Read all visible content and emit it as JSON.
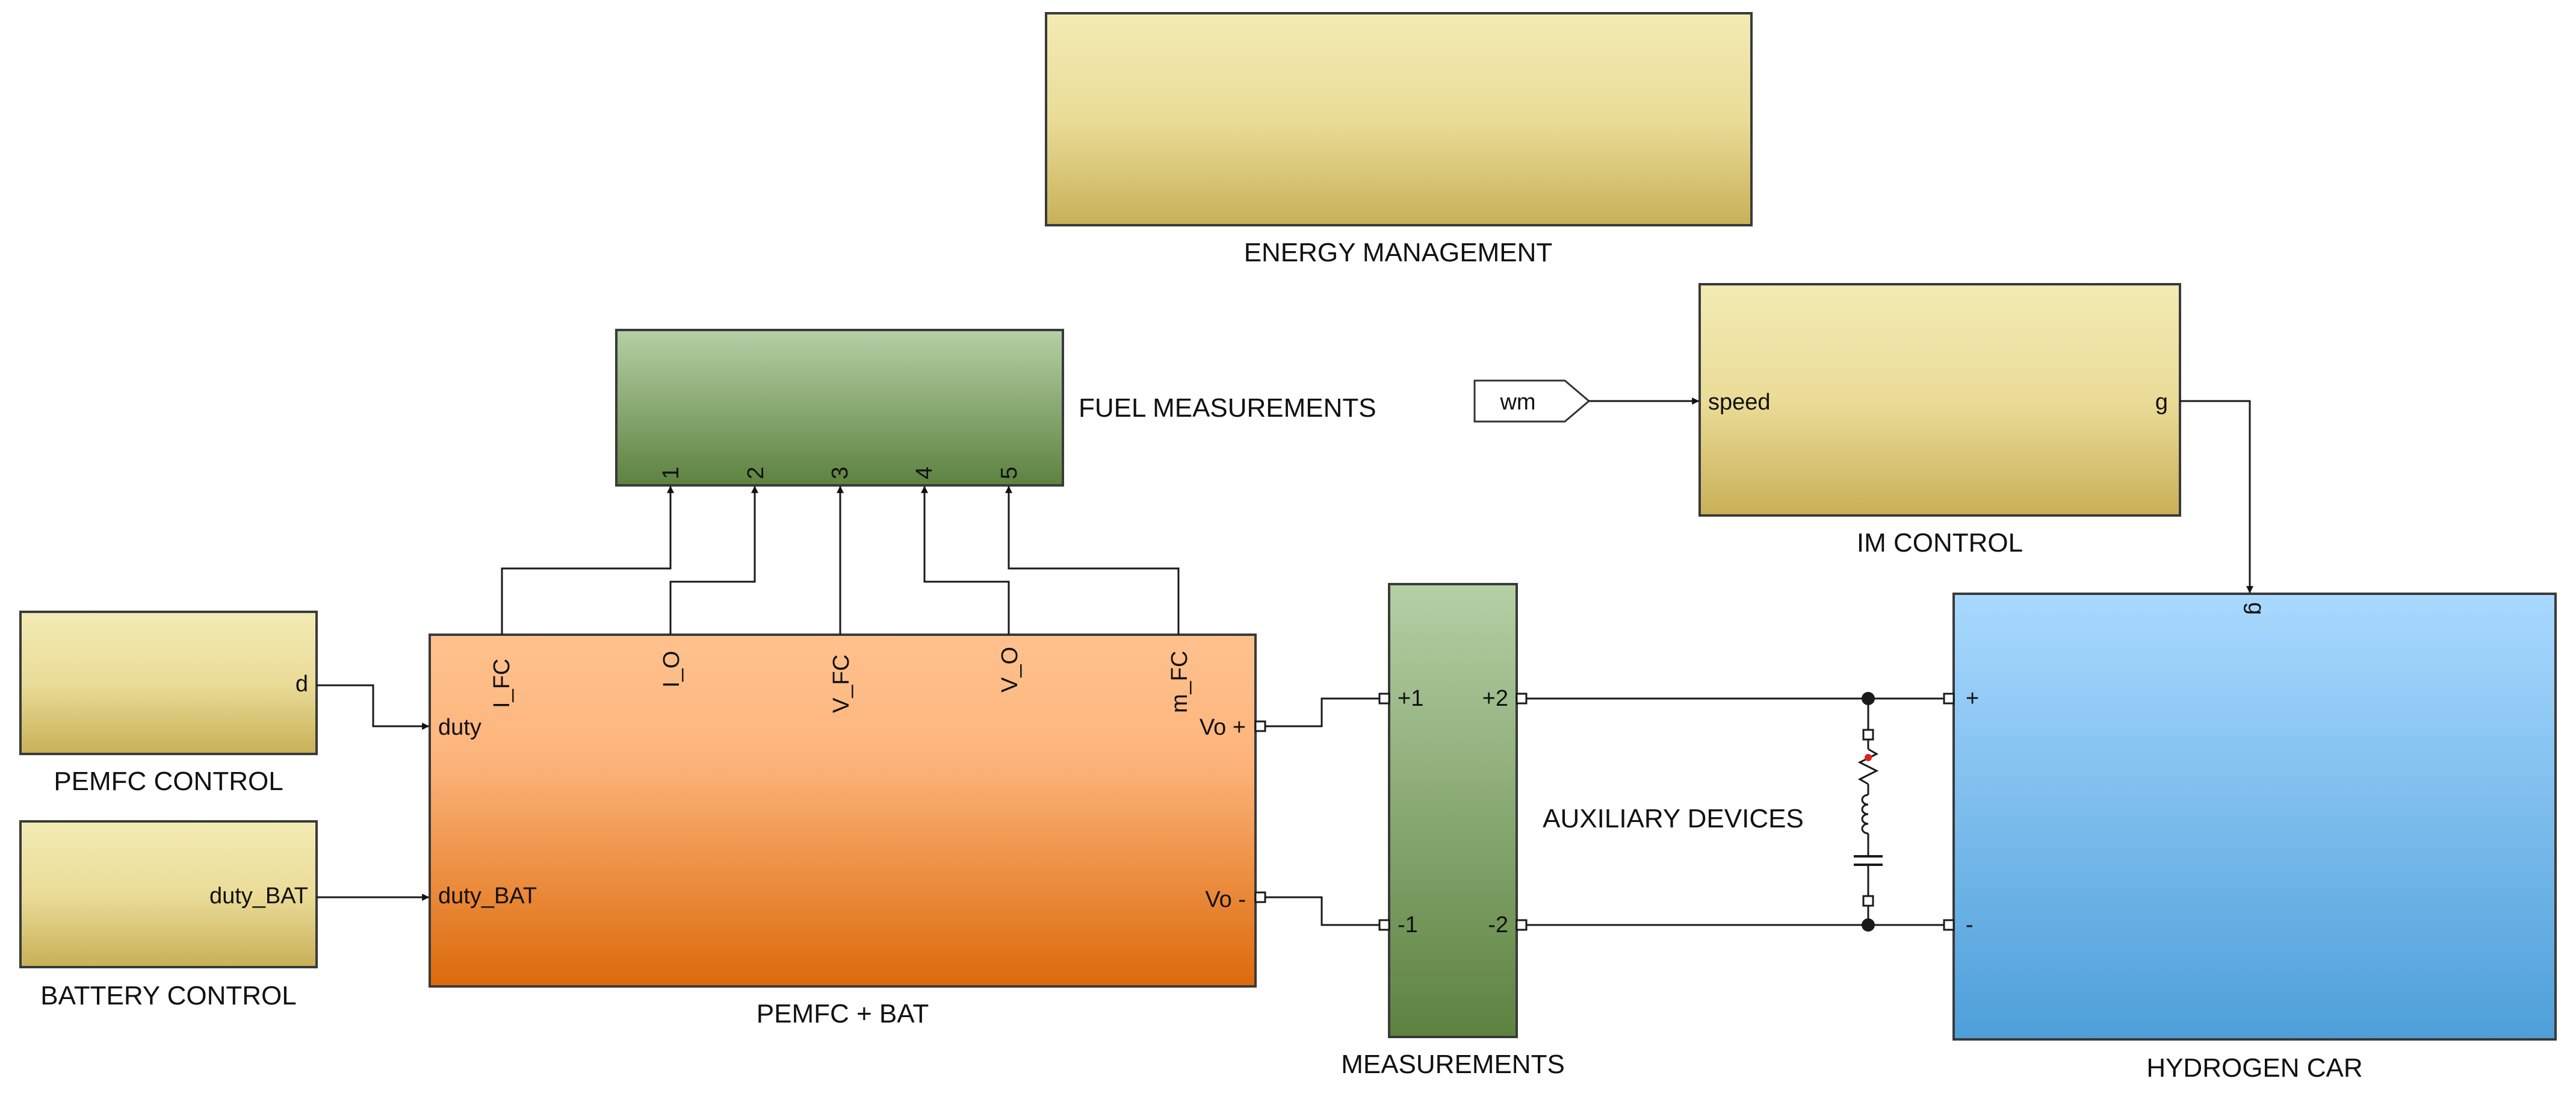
{
  "blocks": {
    "energy_management": {
      "name": "ENERGY MANAGEMENT"
    },
    "fuel_measurements": {
      "name": "FUEL MEASUREMENTS",
      "inputs": [
        "1",
        "2",
        "3",
        "4",
        "5"
      ]
    },
    "im_control": {
      "name": "IM CONTROL",
      "input": "speed",
      "output": "g"
    },
    "pemfc_control": {
      "name": "PEMFC CONTROL",
      "output": "d"
    },
    "battery_control": {
      "name": "BATTERY CONTROL",
      "output": "duty_BAT"
    },
    "pemfc_bat": {
      "name": "PEMFC + BAT",
      "inputs": [
        "duty",
        "duty_BAT"
      ],
      "outputs": [
        "I_FC",
        "I_O",
        "V_FC",
        "V_O",
        "m_FC"
      ],
      "vo_plus": "Vo +",
      "vo_minus": "Vo -"
    },
    "measurements": {
      "name": "MEASUREMENTS",
      "ports": [
        "+1",
        "+2",
        "-1",
        "-2"
      ]
    },
    "auxiliary_devices": {
      "name": "AUXILIARY DEVICES"
    },
    "hydrogen_car": {
      "name": "HYDROGEN CAR",
      "input": "g",
      "plus": "+",
      "minus": "-"
    }
  },
  "goto_tag": {
    "name": "wm"
  },
  "colors": {
    "yellow_top": "#f3ebb4",
    "yellow_bottom": "#c8b057",
    "green_top": "#b5d0a5",
    "green_bottom": "#5d8240",
    "orange_top": "#ffc18e",
    "orange_bottom": "#dc6a0a",
    "blue_top": "#a9d9ff",
    "blue_bottom": "#4d9fd9",
    "wire": "#1a1a1a",
    "rlc_dot": "#e02020"
  }
}
